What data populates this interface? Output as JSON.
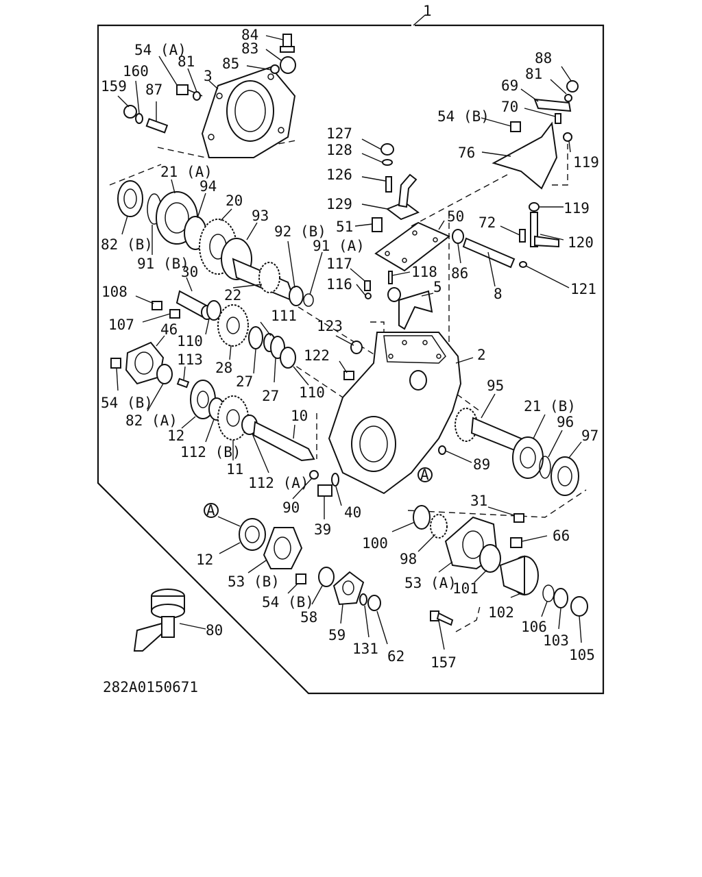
{
  "figure": {
    "assembly_number": "1",
    "drawing_code": "282A0150671",
    "section_ref": "A"
  },
  "labels": {
    "l1": "84",
    "l2": "83",
    "l3": "85",
    "l4": "54 (A)",
    "l5": "81",
    "l6": "3",
    "l7": "160",
    "l8": "159",
    "l9": "87",
    "l10": "88",
    "l11": "81",
    "l12": "69",
    "l13": "70",
    "l14": "54 (B)",
    "l15": "76",
    "l16": "119",
    "l17": "119",
    "l18": "120",
    "l19": "72",
    "l20": "121",
    "l21": "8",
    "l22": "86",
    "l23": "50",
    "l24": "127",
    "l25": "128",
    "l26": "126",
    "l27": "129",
    "l28": "51",
    "l29": "21 (A)",
    "l30": "94",
    "l31": "20",
    "l32": "93",
    "l33": "92 (B)",
    "l34": "91 (A)",
    "l35": "82 (B)",
    "l36": "91 (B)",
    "l37": "30",
    "l38": "22",
    "l39": "117",
    "l40": "116",
    "l41": "118",
    "l42": "5",
    "l43": "108",
    "l44": "107",
    "l45": "110",
    "l46": "111",
    "l47": "123",
    "l48": "46",
    "l49": "113",
    "l50": "28",
    "l51": "27",
    "l52": "27",
    "l53": "122",
    "l54": "110",
    "l55": "2",
    "l56": "54 (B)",
    "l57": "82 (A)",
    "l58": "12",
    "l59": "112 (B)",
    "l60": "10",
    "l61": "11",
    "l62": "112 (A)",
    "l63": "95",
    "l64": "21 (B)",
    "l65": "96",
    "l66": "97",
    "l67": "89",
    "l68": "90",
    "l69": "40",
    "l70": "39",
    "l71": "31",
    "l72": "66",
    "l73": "100",
    "l74": "98",
    "l75": "53 (A)",
    "l76": "101",
    "l77": "102",
    "l78": "106",
    "l79": "103",
    "l80": "105",
    "l81": "157",
    "l82": "12",
    "l83": "53 (B)",
    "l84": "54 (B)",
    "l85": "58",
    "l86": "59",
    "l87": "131",
    "l88": "62",
    "l89": "80"
  }
}
